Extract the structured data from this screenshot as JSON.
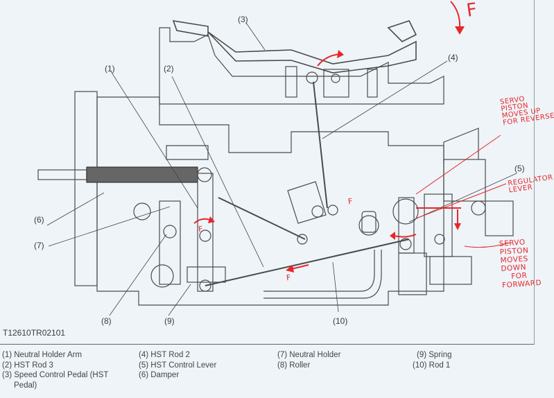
{
  "figure_id": "T12610TR02101",
  "callouts": {
    "c1": "(1)",
    "c2": "(2)",
    "c3": "(3)",
    "c4": "(4)",
    "c5": "(5)",
    "c6": "(6)",
    "c7": "(7)",
    "c8": "(8)",
    "c9": "(9)",
    "c10": "(10)"
  },
  "legend": {
    "col1": [
      "(1)  Neutral Holder Arm",
      "(2)  HST Rod 3",
      "(3)  Speed Control Pedal (HST",
      "Pedal)"
    ],
    "col2": [
      "(4)  HST Rod 2",
      "(5)  HST Control Lever",
      "(6)  Damper"
    ],
    "col3": [
      "(7)  Neutral Holder",
      "(8)  Roller"
    ],
    "col4": [
      "(9)  Spring",
      "(10)  Rod 1"
    ]
  },
  "annotations": {
    "forward_mark": "F",
    "note_top": [
      "SERVO",
      "PISTON",
      "MOVES UP",
      "FOR REVERSE"
    ],
    "note_mid": [
      "REGULATOR",
      "LEVER"
    ],
    "note_bottom": [
      "SERVO",
      "PISTON",
      "MOVES",
      "DOWN",
      "FOR",
      "FORWARD"
    ],
    "small_f": "F"
  },
  "colors": {
    "annotation": "#e8262a",
    "line": "#3c3c3c",
    "background": "#eef4f8"
  }
}
